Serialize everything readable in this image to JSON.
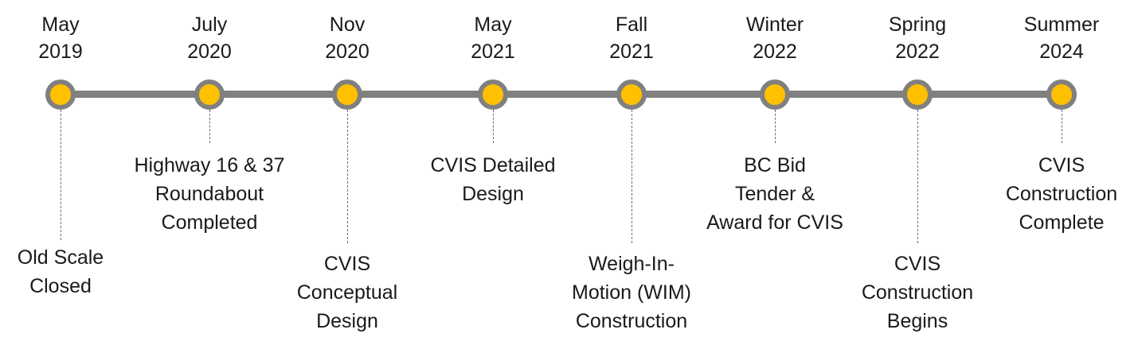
{
  "timeline": {
    "milestones": [
      {
        "date": "May\n2019",
        "event": "Old Scale\nClosed"
      },
      {
        "date": "July\n2020",
        "event": "Highway 16 & 37\nRoundabout\nCompleted"
      },
      {
        "date": "Nov\n2020",
        "event": "CVIS\nConceptual\nDesign"
      },
      {
        "date": "May\n2021",
        "event": "CVIS Detailed\nDesign"
      },
      {
        "date": "Fall\n2021",
        "event": "Weigh-In-\nMotion (WIM)\nConstruction"
      },
      {
        "date": "Winter\n2022",
        "event": "BC Bid\nTender &\nAward for CVIS"
      },
      {
        "date": "Spring\n2022",
        "event": "CVIS\nConstruction\nBegins"
      },
      {
        "date": "Summer\n2024",
        "event": "CVIS\nConstruction\nComplete"
      }
    ]
  },
  "colors": {
    "marker_fill": "#ffc000",
    "line": "#808080",
    "connector": "#5b6f8f"
  }
}
